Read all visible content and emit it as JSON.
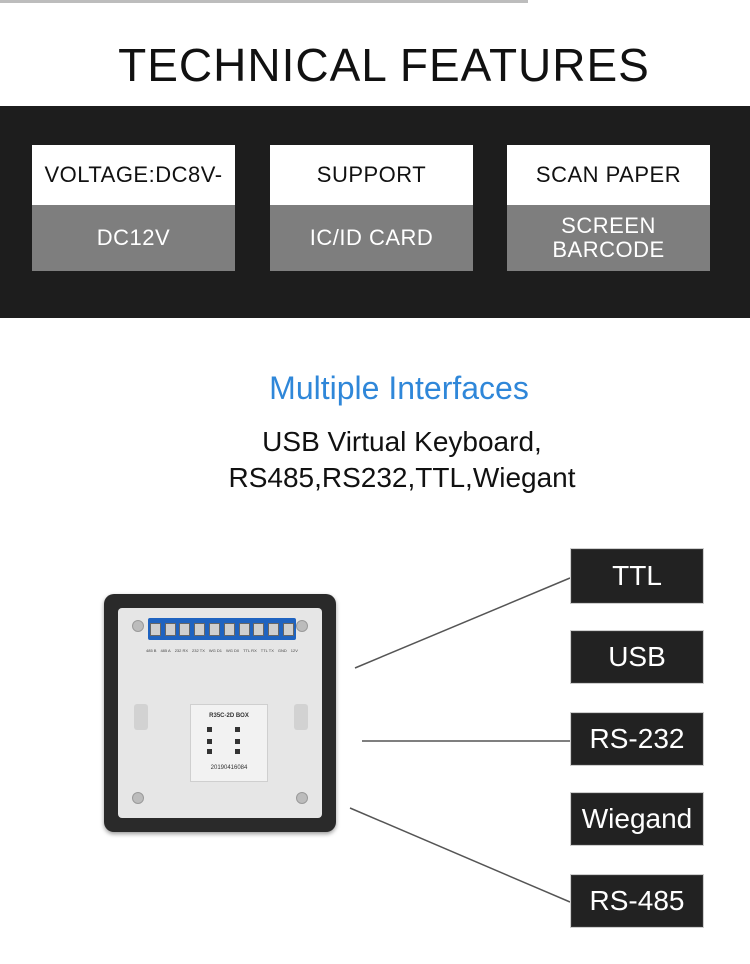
{
  "header": {
    "title": "TECHNICAL FEATURES"
  },
  "features": [
    {
      "top": "VOLTAGE:DC8V-",
      "bottom": [
        "DC12V"
      ]
    },
    {
      "top": "SUPPORT",
      "bottom": [
        "IC/ID CARD"
      ]
    },
    {
      "top": "SCAN PAPER",
      "bottom": [
        "SCREEN",
        "BARCODE"
      ]
    }
  ],
  "interfaces_section": {
    "title": "Multiple Interfaces",
    "description": [
      "USB Virtual Keyboard,",
      "RS485,RS232,TTL,Wiegant"
    ],
    "title_color": "#2f87d9"
  },
  "device": {
    "model": "R35C-2D BOX",
    "serial": "20190416084",
    "pins": [
      "485 B",
      "485 A",
      "232 RX",
      "232 TX",
      "WG D1",
      "WG D0",
      "TTL RX",
      "TTL TX",
      "GND",
      "12V"
    ]
  },
  "interface_labels": [
    "TTL",
    "USB",
    "RS-232",
    "Wiegand",
    "RS-485"
  ]
}
